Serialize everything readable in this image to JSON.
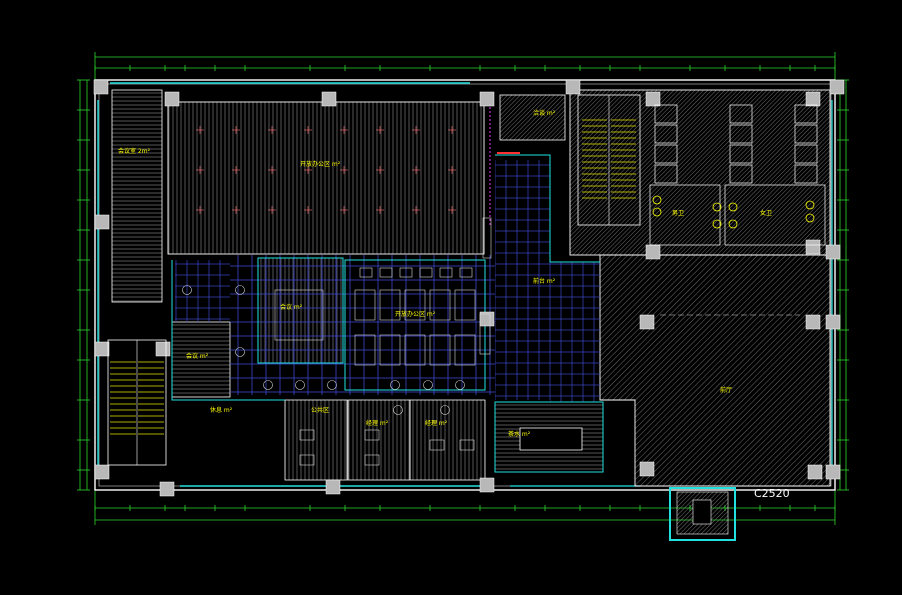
{
  "drawing": {
    "sheet_code": "C2520",
    "colors": {
      "background": "#000000",
      "dimension": "#2bd62b",
      "wall": "#ffffff",
      "hatch": "#9a9a9a",
      "grid": "#3a44c8",
      "cyan": "#22e0e0",
      "label": "#ffff00",
      "accent": "#ff3030",
      "magenta": "#ff40ff"
    },
    "rooms": [
      {
        "id": "r1",
        "label": "会议室 2m²"
      },
      {
        "id": "r2",
        "label": "开放办公区 m²"
      },
      {
        "id": "r3",
        "label": "洽谈 m²"
      },
      {
        "id": "r4",
        "label": "会议 m²"
      },
      {
        "id": "r5",
        "label": "会议 m²"
      },
      {
        "id": "r6",
        "label": "开放办公区 m²"
      },
      {
        "id": "r7",
        "label": "休息 m²"
      },
      {
        "id": "r8",
        "label": "经理 m²"
      },
      {
        "id": "r9",
        "label": "经理 m²"
      },
      {
        "id": "r10",
        "label": "前台 m²"
      },
      {
        "id": "r11",
        "label": "茶水 m²"
      },
      {
        "id": "r12",
        "label": "前厅"
      },
      {
        "id": "r13",
        "label": "公共区"
      },
      {
        "id": "r14",
        "label": "男卫"
      },
      {
        "id": "r15",
        "label": "女卫"
      }
    ]
  }
}
